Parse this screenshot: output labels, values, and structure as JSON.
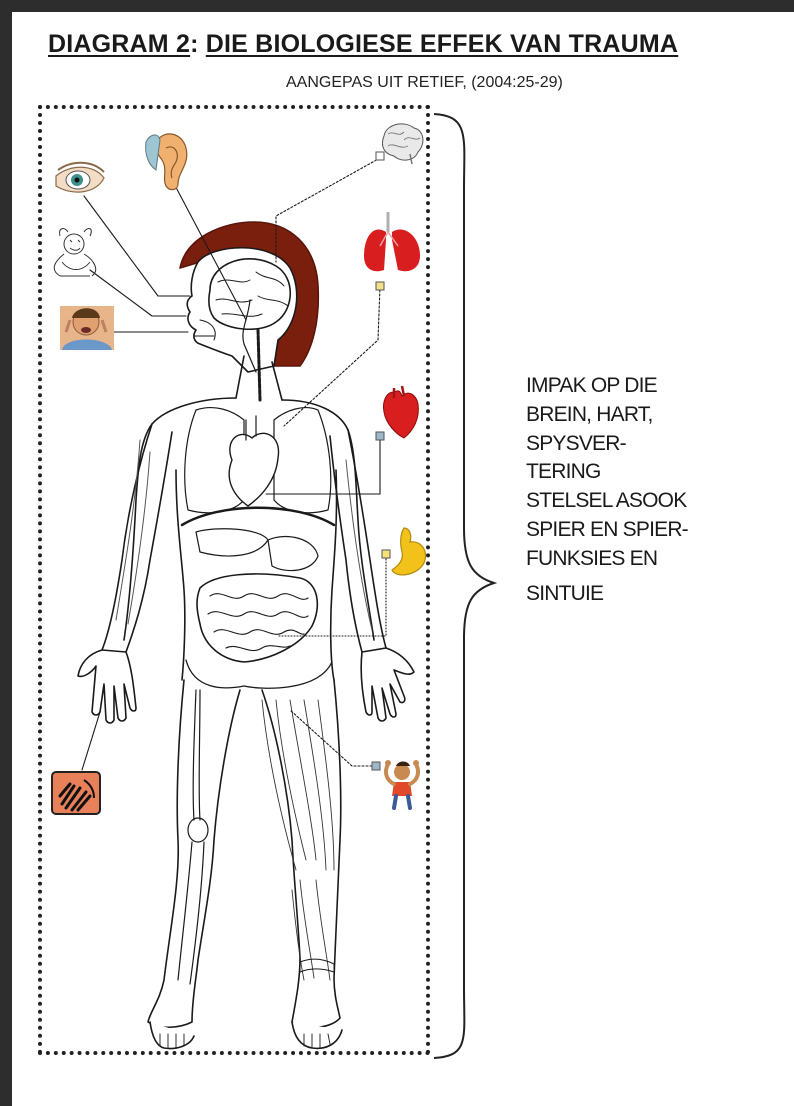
{
  "header": {
    "title_part1": "DIAGRAM 2",
    "title_colon": ": ",
    "title_part2": "DIE BIOLOGIESE EFFEK VAN TRAUMA",
    "subtitle": "AANGEPAS UIT RETIEF, (2004:25-29)"
  },
  "impact_lines": [
    "IMPAK OP DIE",
    "BREIN, HART,",
    "SPYSVER-",
    "TERING",
    "STELSEL ASOOK",
    "SPIER EN SPIER-",
    "FUNKSIES EN",
    "SINTUIE"
  ],
  "icons": [
    "eye-icon",
    "ear-icon",
    "brain-icon",
    "lungs-icon",
    "heart-icon",
    "stomach-icon",
    "face-icon",
    "touch-hand-icon",
    "strong-child-icon",
    "sketch-figure-icon"
  ],
  "colors": {
    "ink": "#1a1a1a",
    "hair": "#7a1f0e",
    "organ_red": "#d81e1e",
    "stomach": "#f2c21b",
    "skin": "#e8b48a"
  }
}
